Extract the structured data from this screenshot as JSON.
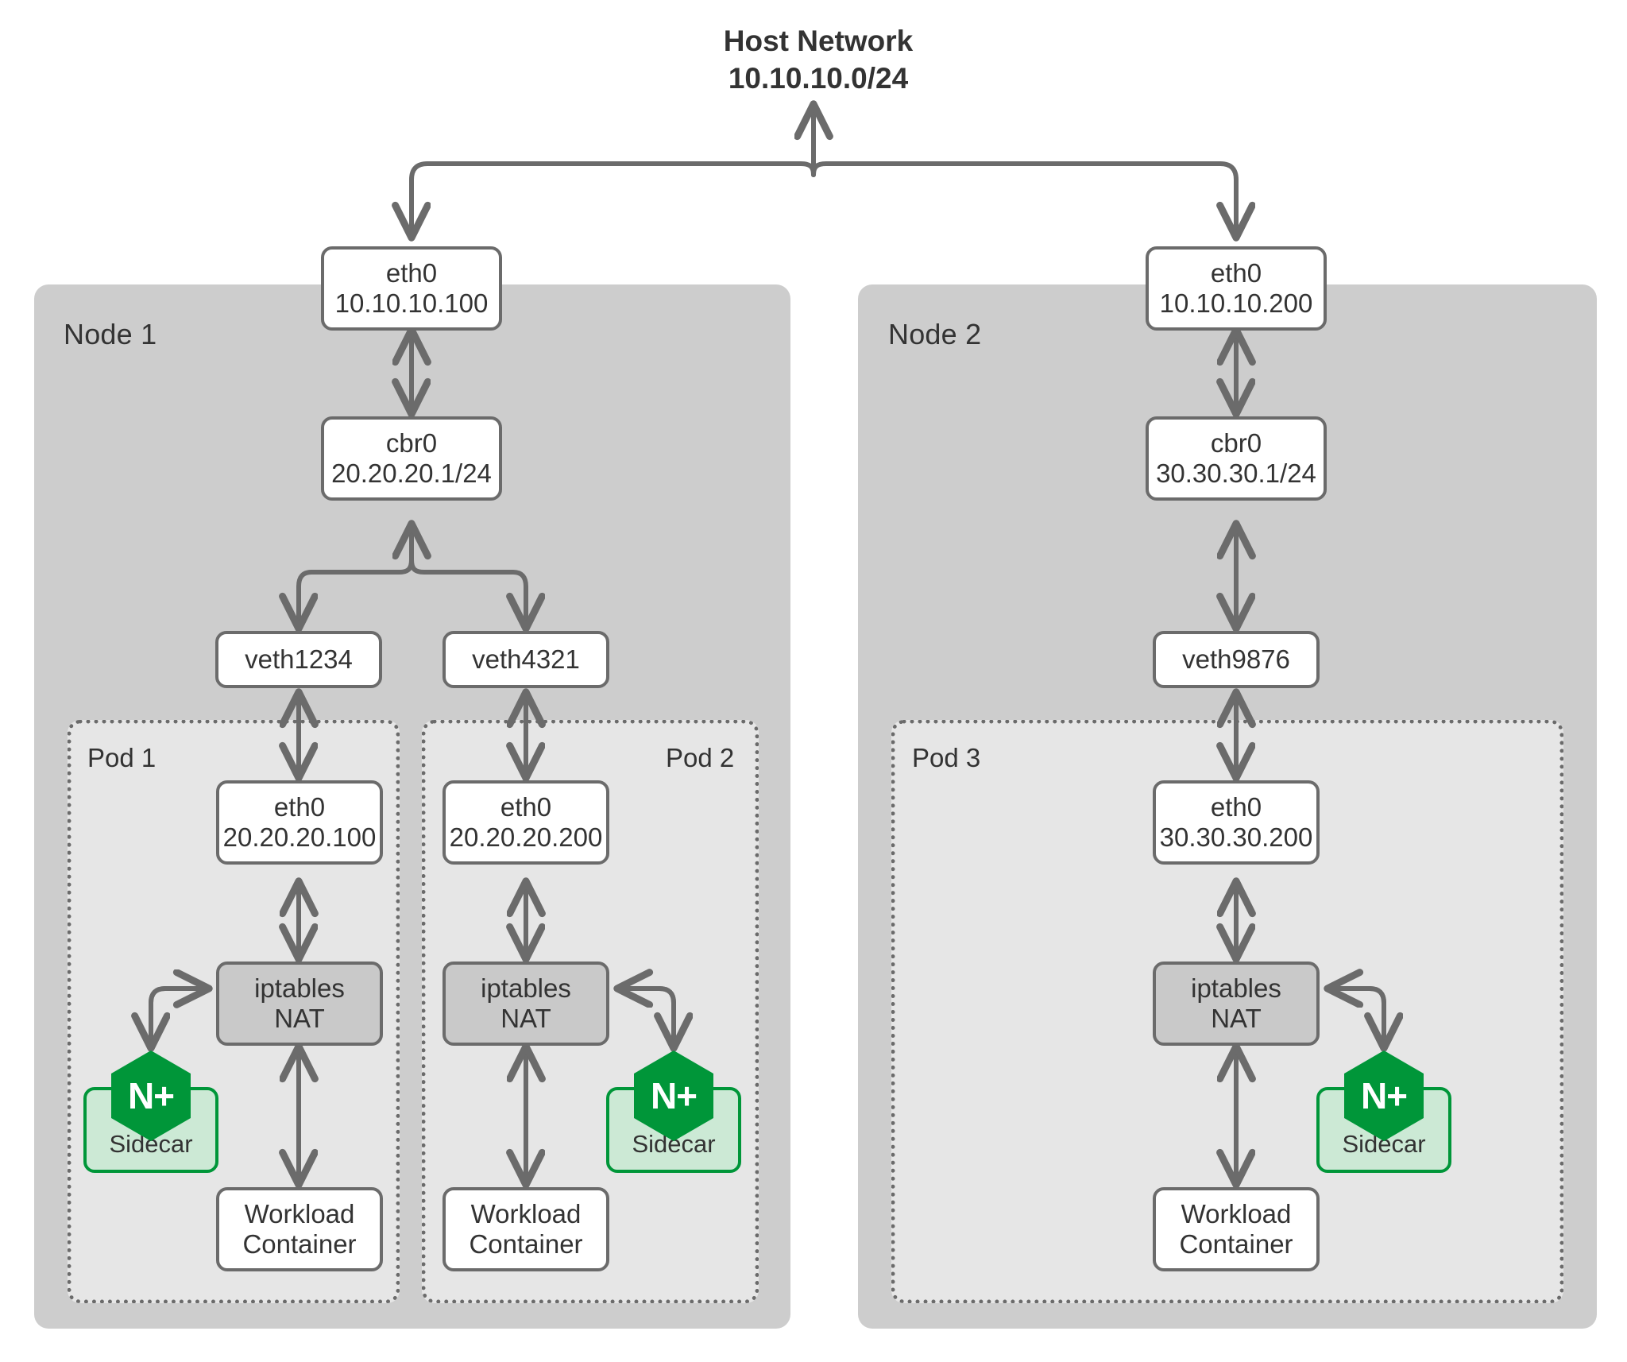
{
  "diagram": {
    "title_line1": "Host Network",
    "title_line2": "10.10.10.0/24",
    "accent_green": "#009639",
    "sidecar_fill": "#cce9d5",
    "node_fill": "#cdcdcd",
    "pod_fill": "#e6e6e6",
    "stroke": "#6b6b6b"
  },
  "nodes": [
    {
      "label": "Node 1",
      "eth0": {
        "name": "eth0",
        "ip": "10.10.10.100"
      },
      "bridge": {
        "name": "cbr0",
        "ip": "20.20.20.1/24"
      },
      "veths": [
        {
          "name": "veth1234"
        },
        {
          "name": "veth4321"
        }
      ],
      "pods": [
        {
          "label": "Pod 1",
          "eth0": {
            "name": "eth0",
            "ip": "20.20.20.100"
          },
          "iptables": {
            "line1": "iptables",
            "line2": "NAT"
          },
          "sidecar": {
            "label": "Sidecar",
            "logo": "N+"
          },
          "workload": {
            "line1": "Workload",
            "line2": "Container"
          }
        },
        {
          "label": "Pod 2",
          "eth0": {
            "name": "eth0",
            "ip": "20.20.20.200"
          },
          "iptables": {
            "line1": "iptables",
            "line2": "NAT"
          },
          "sidecar": {
            "label": "Sidecar",
            "logo": "N+"
          },
          "workload": {
            "line1": "Workload",
            "line2": "Container"
          }
        }
      ]
    },
    {
      "label": "Node 2",
      "eth0": {
        "name": "eth0",
        "ip": "10.10.10.200"
      },
      "bridge": {
        "name": "cbr0",
        "ip": "30.30.30.1/24"
      },
      "veths": [
        {
          "name": "veth9876"
        }
      ],
      "pods": [
        {
          "label": "Pod 3",
          "eth0": {
            "name": "eth0",
            "ip": "30.30.30.200"
          },
          "iptables": {
            "line1": "iptables",
            "line2": "NAT"
          },
          "sidecar": {
            "label": "Sidecar",
            "logo": "N+"
          },
          "workload": {
            "line1": "Workload",
            "line2": "Container"
          }
        }
      ]
    }
  ]
}
